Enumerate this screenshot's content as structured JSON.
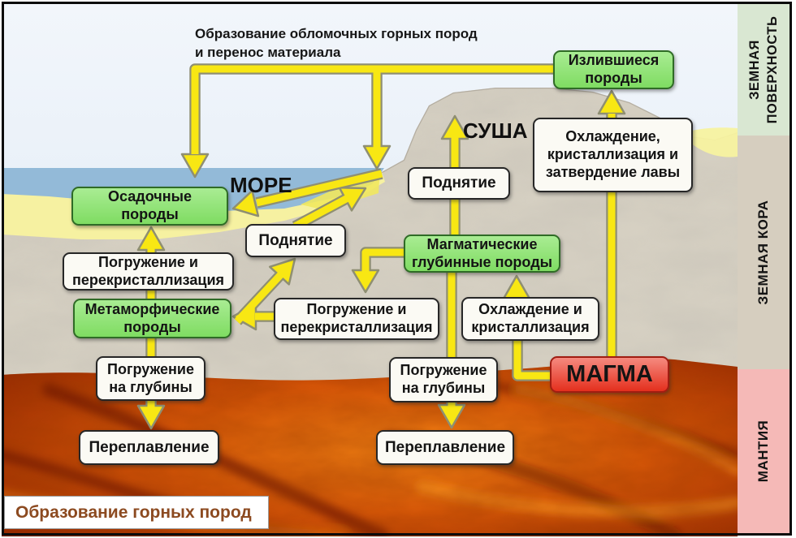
{
  "title": "Образование горных пород",
  "top_caption": "Образование обломочных горных пород\nи перенос материала",
  "geo_labels": {
    "sea": "МОРЕ",
    "land": "СУША"
  },
  "sidebar": {
    "surface": "ЗЕМНАЯ\nПОВЕРХНОСТЬ",
    "crust": "ЗЕМНАЯ КОРА",
    "mantle": "МАНТИЯ"
  },
  "nodes": {
    "izlivshiesya_porody": "Излившиеся\nпороды",
    "ohlazhdenie_lavy": "Охлаждение,\nкристаллизация и\nзатвердение лавы",
    "podnyatie_right": "Поднятие",
    "osadochnye_porody": "Осадочные породы",
    "podnyatie_left": "Поднятие",
    "magmaticheskie_porody": "Магматические\nглубинные породы",
    "pogruzhenie_perekrist_left": "Погружение и\nперекристаллизация",
    "metamorficheskie_porody": "Метаморфические\nпороды",
    "pogruzhenie_perekrist_mid": "Погружение и\nперекристаллизация",
    "ohlazhdenie_kristallizatsiya": "Охлаждение и\nкристаллизация",
    "magma": "МАГМА",
    "pogruzhenie_glubiny_left": "Погружение\nна глубины",
    "pogruzhenie_glubiny_mid": "Погружение\nна глубины",
    "pereplavlenie_left": "Переплавление",
    "pereplavlenie_mid": "Переплавление"
  },
  "colors": {
    "node_green": "#92e47a",
    "node_white": "#fbfaf4",
    "magma_red": "#e8392b",
    "arrow_yellow": "#f8e713",
    "surface_band": "#d9e7d2",
    "crust_band": "#d6cebf",
    "mantle_band": "#f5b9b7",
    "sea_blue": "#93bad8",
    "sand_yellow": "#f6f1a1",
    "title_text": "#8c4a20"
  }
}
